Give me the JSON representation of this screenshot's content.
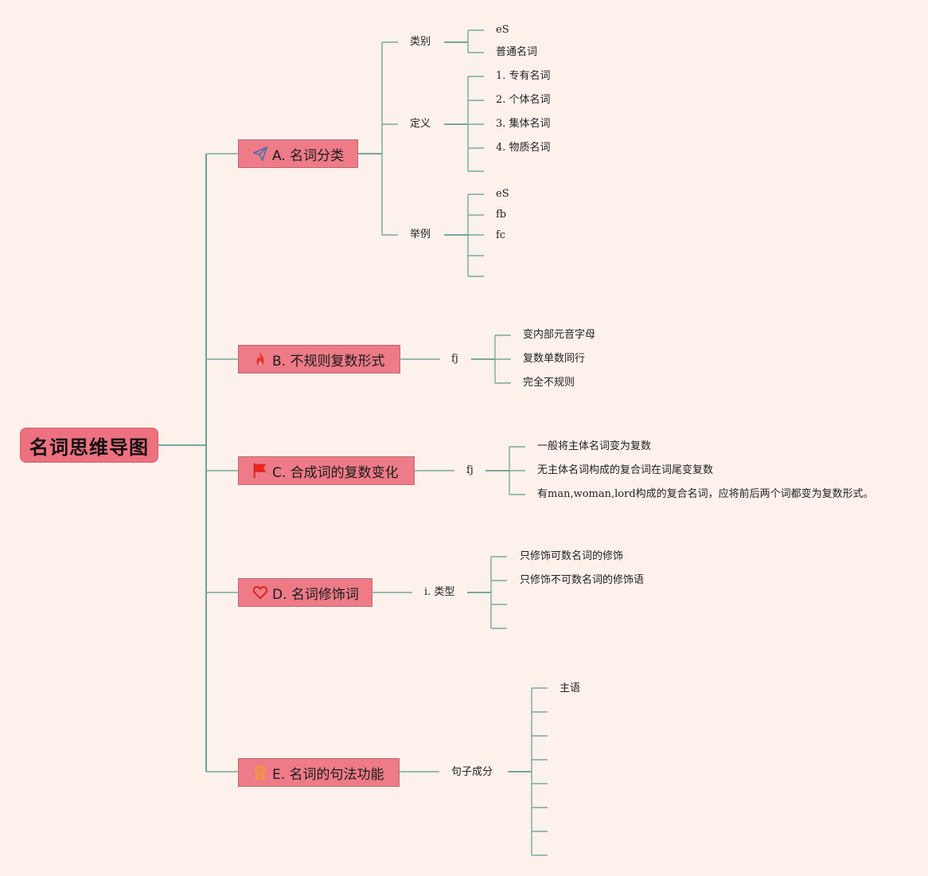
{
  "root": {
    "title": "名词思维导图"
  },
  "topics": [
    {
      "label": "A. 名词分类",
      "icon": "paper-plane-icon",
      "children": [
        {
          "label": "类别",
          "items": [
            "eS",
            "普通名词"
          ]
        },
        {
          "label": "定义",
          "items": [
            "1. 专有名词",
            "2. 个体名词",
            "3. 集体名词",
            "4. 物质名词",
            ""
          ]
        },
        {
          "label": "举例",
          "items": [
            "eS",
            "fb",
            "fc",
            "",
            ""
          ]
        }
      ]
    },
    {
      "label": "B. 不规则复数形式",
      "icon": "fire-icon",
      "children": [
        {
          "label": "fj",
          "items": [
            "变内部元音字母",
            "复数单数同行",
            "完全不规则"
          ]
        }
      ]
    },
    {
      "label": "C. 合成词的复数变化",
      "icon": "flag-icon",
      "children": [
        {
          "label": "fj",
          "items": [
            "一般将主体名词变为复数",
            "无主体名词构成的复合词在词尾变复数",
            "有man,woman,lord构成的复合名词，应将前后两个词都变为复数形式。"
          ]
        }
      ]
    },
    {
      "label": "D. 名词修饰词",
      "icon": "heart-icon",
      "children": [
        {
          "label": "i. 类型",
          "items": [
            "只修饰可数名词的修饰",
            "只修饰不可数名词的修饰语",
            "",
            ""
          ]
        }
      ]
    },
    {
      "label": "E. 名词的句法功能",
      "icon": "award-icon",
      "children": [
        {
          "label": "句子成分",
          "items": [
            "主语",
            "",
            "",
            "",
            "",
            "",
            "",
            ""
          ]
        }
      ]
    }
  ],
  "colors": {
    "background": "#fdf1ec",
    "root_fill": "#ee7180",
    "topic_fill": "#ee7b87",
    "topic_border": "#b86a75",
    "connector": "#78a99b"
  }
}
